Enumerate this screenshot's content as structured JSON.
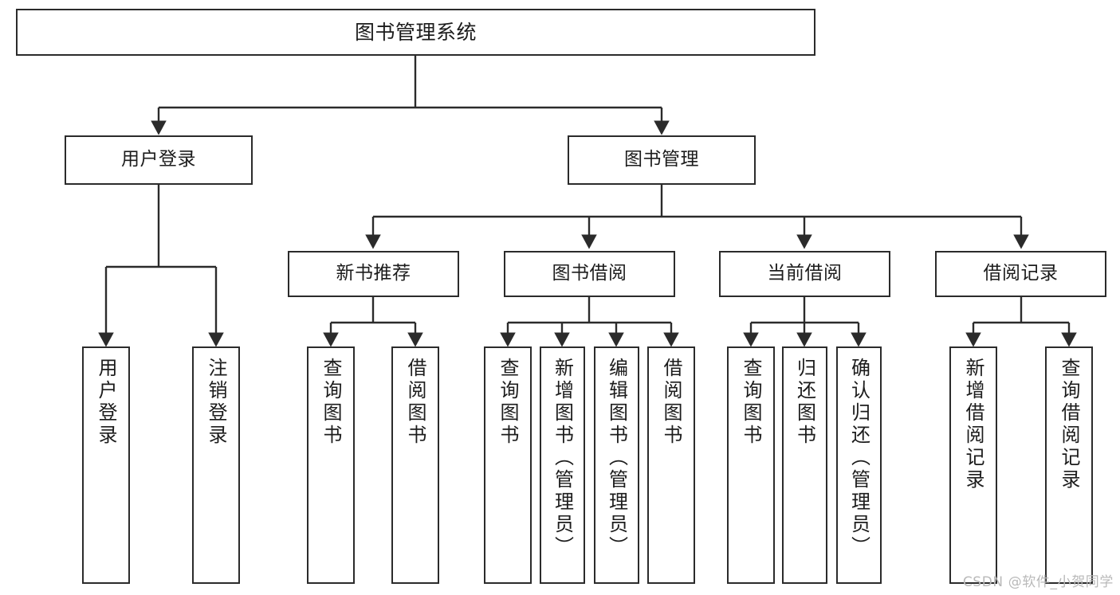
{
  "diagram": {
    "title": "图书管理系统",
    "watermark": "CSDN @软件_小贺同学",
    "colors": {
      "stroke": "#2b2b2b",
      "text": "#1c1c1c",
      "background": "#ffffff",
      "watermark": "#b9b9b9"
    },
    "root": {
      "label": "图书管理系统"
    },
    "level1": [
      {
        "label": "用户登录"
      },
      {
        "label": "图书管理"
      }
    ],
    "level2": [
      {
        "label": "新书推荐"
      },
      {
        "label": "图书借阅"
      },
      {
        "label": "当前借阅"
      },
      {
        "label": "借阅记录"
      }
    ],
    "leaves": [
      {
        "label": "用户登录",
        "parent": "用户登录"
      },
      {
        "label": "注销登录",
        "parent": "用户登录"
      },
      {
        "label": "查询图书",
        "parent": "新书推荐"
      },
      {
        "label": "借阅图书",
        "parent": "新书推荐"
      },
      {
        "label": "查询图书",
        "parent": "图书借阅"
      },
      {
        "label": "新增图书（管理员）",
        "parent": "图书借阅"
      },
      {
        "label": "编辑图书（管理员）",
        "parent": "图书借阅"
      },
      {
        "label": "借阅图书",
        "parent": "图书借阅"
      },
      {
        "label": "查询图书",
        "parent": "当前借阅"
      },
      {
        "label": "归还图书",
        "parent": "当前借阅"
      },
      {
        "label": "确认归还（管理员）",
        "parent": "当前借阅"
      },
      {
        "label": "新增借阅记录",
        "parent": "借阅记录"
      },
      {
        "label": "查询借阅记录",
        "parent": "借阅记录"
      }
    ]
  }
}
